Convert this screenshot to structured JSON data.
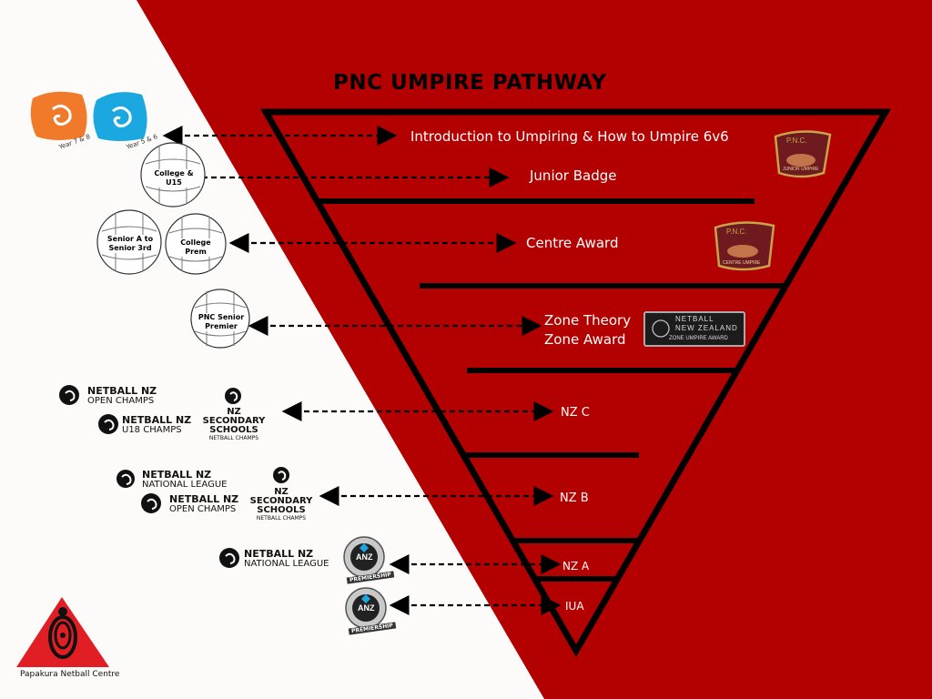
{
  "title": "PNC UMPIRE PATHWAY",
  "levels": [
    {
      "label": "Introduction to Umpiring & How to Umpire 6v6"
    },
    {
      "label": "Junior Badge"
    },
    {
      "label": "Centre Award"
    },
    {
      "label": "Zone Theory"
    },
    {
      "label": "Zone Award"
    },
    {
      "label": "NZ C"
    },
    {
      "label": "NZ B"
    },
    {
      "label": "NZ A"
    },
    {
      "label": "IUA"
    }
  ],
  "badges": {
    "pnc_text": "P.N.C.",
    "junior_text": "JUNIOR UMPIRE",
    "centre_text": "CENTRE UMPIRE",
    "zone_line1": "NETBALL",
    "zone_line2": "NEW ZEALAND",
    "zone_line3": "ZONE UMPIRE AWARD"
  },
  "swirls": {
    "orange_label": "Year 7 & 8",
    "blue_label": "Year 5 & 6"
  },
  "balls": {
    "college_u15": "College & U15",
    "senior_a": "Senior A to Senior 3rd",
    "college_prem": "College Prem",
    "pnc_senior": "PNC Senior Premier"
  },
  "logos": {
    "netball_nz": "NETBALL NZ",
    "open_champs": "OPEN CHAMPS",
    "u18_champs": "U18 CHAMPS",
    "national_league": "NATIONAL LEAGUE",
    "nzss_line1": "NZ SECONDARY",
    "nzss_line2": "SCHOOLS",
    "nzss_line3": "NETBALL CHAMPS",
    "anz": "ANZ",
    "premiership": "PREMIERSHIP"
  },
  "footer": "Papakura Netball Centre",
  "colors": {
    "red": "#b30000",
    "white": "#fdfbf9",
    "black": "#000000"
  }
}
